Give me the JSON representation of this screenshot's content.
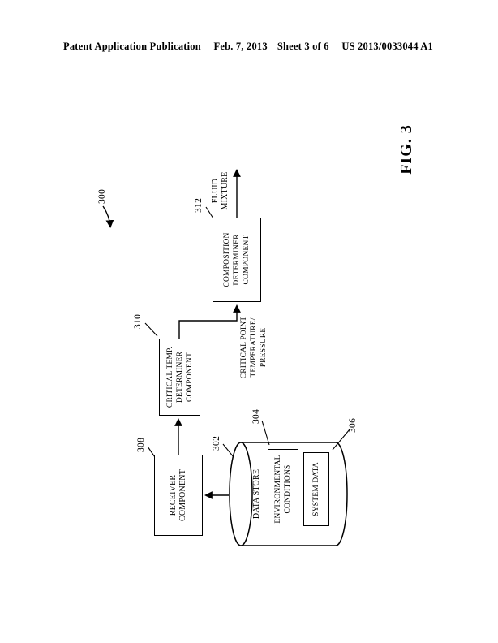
{
  "header": {
    "left": "Patent Application Publication",
    "date": "Feb. 7, 2013",
    "sheet": "Sheet 3 of 6",
    "right": "US 2013/0033044 A1"
  },
  "figure": {
    "caption": "FIG. 3",
    "system_ref": "300"
  },
  "diagram": {
    "receiver": {
      "ref": "308",
      "line1": "RECEIVER",
      "line2": "COMPONENT"
    },
    "critical": {
      "ref": "310",
      "line1": "CRITICAL TEMP.",
      "line2": "DETERMINER",
      "line3": "COMPONENT"
    },
    "composition": {
      "ref": "312",
      "line1": "COMPOSITION",
      "line2": "DETERMINER",
      "line3": "COMPONENT"
    },
    "datastore": {
      "ref": "302",
      "title": "DATA STORE"
    },
    "environmental": {
      "ref": "304",
      "line1": "ENVIRONMENTAL",
      "line2": "CONDITIONS"
    },
    "system_data": {
      "ref": "306",
      "label": "SYSTEM DATA"
    },
    "fluid": {
      "line1": "FLUID",
      "line2": "MIXTURE"
    },
    "critical_point": {
      "line1": "CRITICAL POINT",
      "line2": "TEMPERATURE/",
      "line3": "PRESSURE"
    }
  }
}
